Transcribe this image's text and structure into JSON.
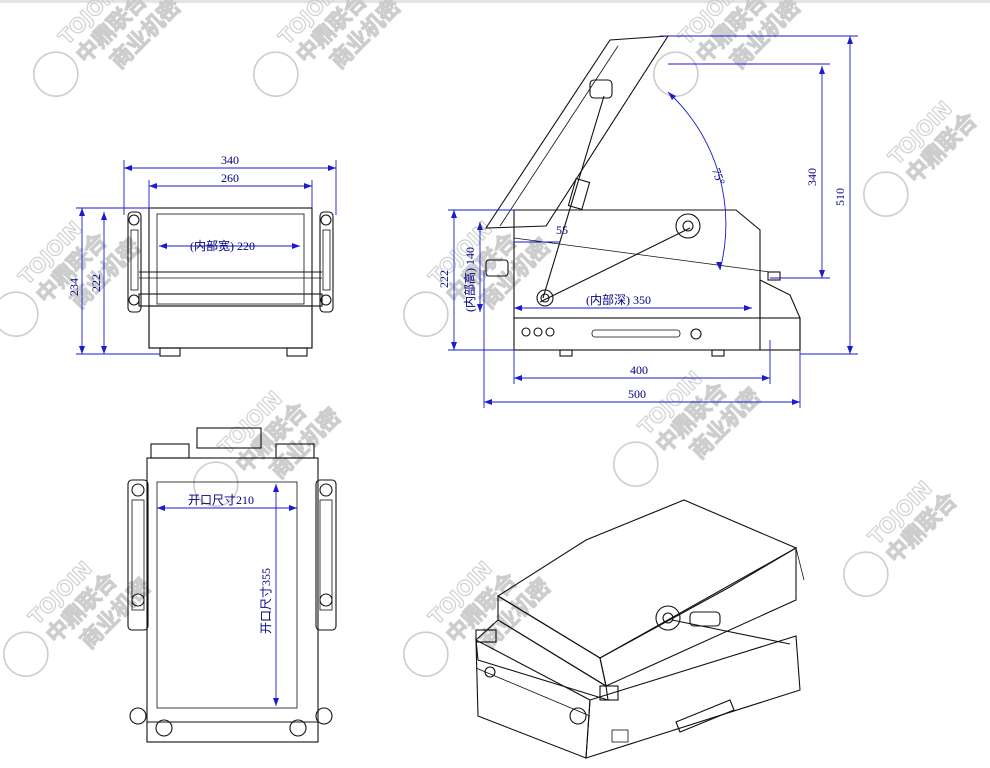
{
  "watermark": {
    "brand": "TOJOIN",
    "line1": "中鼎联合",
    "line2": "商业机密"
  },
  "front_view": {
    "outer_width": "340",
    "inner_width": "260",
    "interior_width": "(内部宽) 220",
    "total_height": "234",
    "body_height": "222"
  },
  "side_view": {
    "angle": "75°",
    "lid_height": "340",
    "open_height": "510",
    "strut_offset": "55",
    "interior_height": "(内部高) 140",
    "body_height": "222",
    "interior_depth": "(内部深) 350",
    "base_depth": "400",
    "total_depth": "500"
  },
  "top_view": {
    "opening_width": "开口尺寸210",
    "opening_length": "开口尺寸355"
  },
  "colors": {
    "dimension": "#000080",
    "line": "#111111",
    "watermark": "#c8c8c8"
  }
}
